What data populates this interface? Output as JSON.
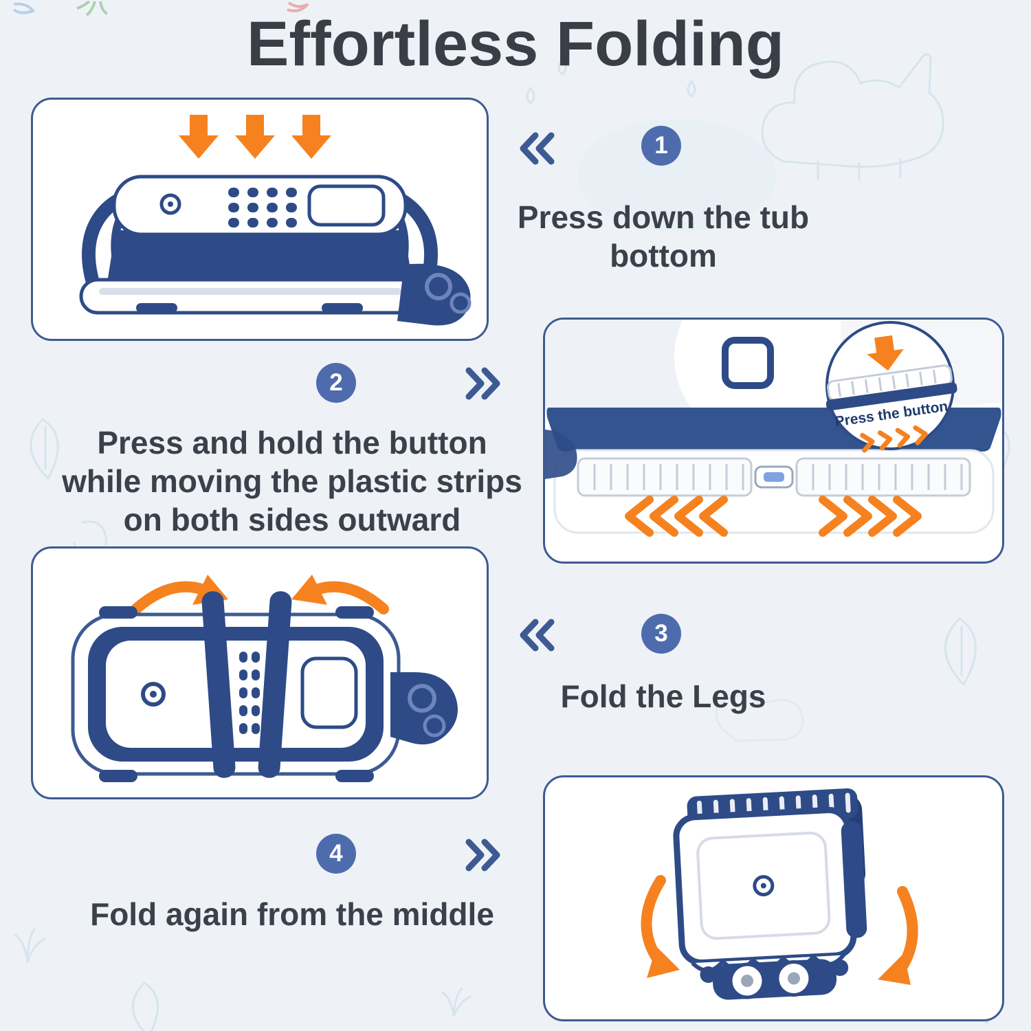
{
  "title": "Effortless Folding",
  "steps": [
    {
      "number": "1",
      "text": "Press down the tub bottom"
    },
    {
      "number": "2",
      "text": "Press and hold the button while moving the plastic strips on both sides outward"
    },
    {
      "number": "3",
      "text": "Fold the Legs"
    },
    {
      "number": "4",
      "text": "Fold again from the middle"
    }
  ],
  "callout": {
    "press_button": "Press the button"
  },
  "icons": {
    "step1_pointer": "double-chevron-left",
    "step2_pointer": "double-chevron-right",
    "step3_pointer": "double-chevron-left",
    "step4_pointer": "double-chevron-right",
    "step1_arrows": "arrow-down",
    "step2_arrows": "chevron-flow-outward",
    "step3_arrows": "curved-arrow-inward",
    "step4_arrows": "curved-arrow-fold"
  },
  "colors": {
    "accent_orange": "#F5821F",
    "badge_blue": "#4E6CAD",
    "tub_navy": "#2E4B87",
    "card_border": "#3D5A92",
    "text": "#3B414B",
    "background": "#EEF2F7"
  }
}
